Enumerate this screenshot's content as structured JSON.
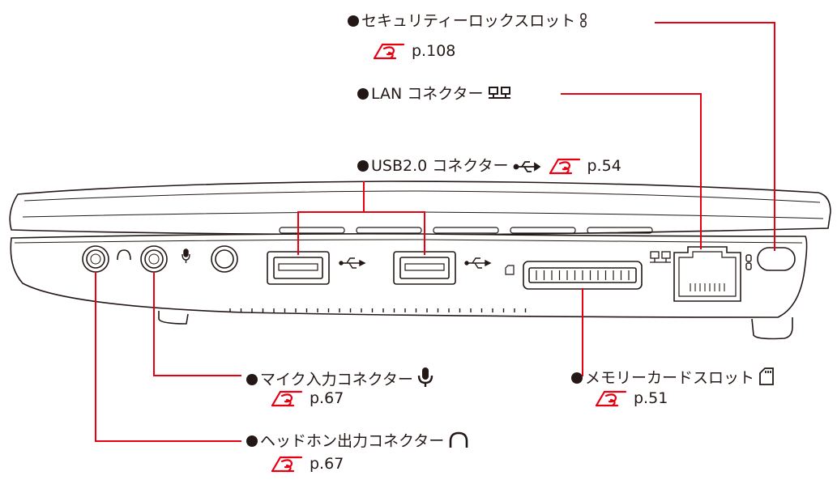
{
  "accent_color": "#e60012",
  "callouts": {
    "security_lock": {
      "label": "セキュリティーロックスロット",
      "icon": "kensington-lock-icon",
      "page_ref": "p.108"
    },
    "lan": {
      "label": "LAN コネクター",
      "icon": "lan-port-icon"
    },
    "usb": {
      "label": "USB2.0 コネクター",
      "icon": "usb-icon",
      "page_ref": "p.54"
    },
    "mic": {
      "label": "マイク入力コネクター",
      "icon": "microphone-icon",
      "page_ref": "p.67"
    },
    "memory_card": {
      "label": "メモリーカードスロット",
      "icon": "sd-card-icon",
      "page_ref": "p.51"
    },
    "headphone": {
      "label": "ヘッドホン出力コネクター",
      "icon": "headphone-icon",
      "page_ref": "p.67"
    }
  },
  "reference_icon": "manual-reference-icon"
}
